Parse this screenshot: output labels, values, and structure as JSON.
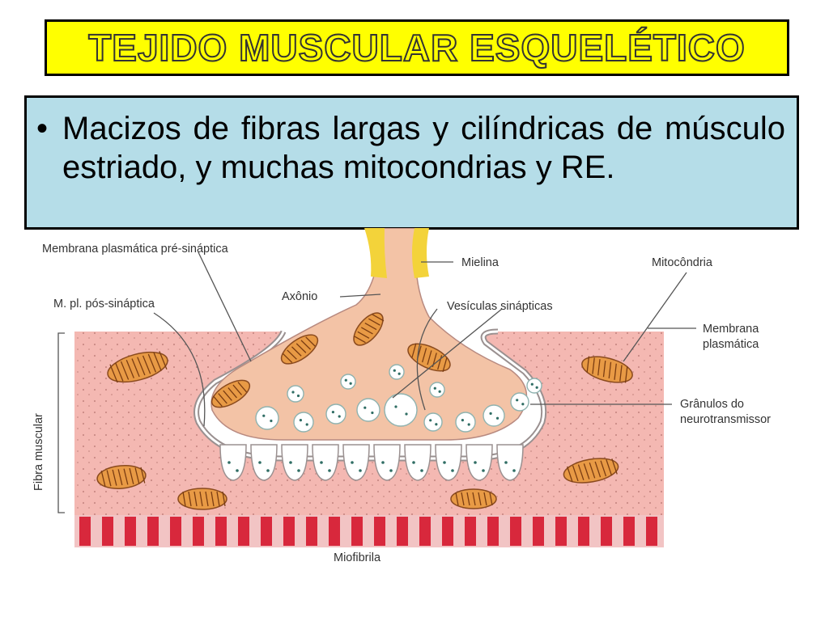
{
  "title": "TEJIDO MUSCULAR ESQUELÉTICO",
  "bullet": "Macizos de fibras largas y cilíndricas de músculo estriado, y muchas mitocondrias y RE.",
  "labels": {
    "membrana_pre": "Membrana plasmática pré-sináptica",
    "mielina": "Mielina",
    "mitocondria": "Mitocôndria",
    "axonio": "Axônio",
    "m_pos": "M. pl. pós-sináptica",
    "vesiculas": "Vesículas sinápticas",
    "membrana_plasmatica_1": "Membrana",
    "membrana_plasmatica_2": "plasmática",
    "granulos_1": "Grânulos do",
    "granulos_2": "neurotransmissor",
    "fibra_muscular": "Fibra muscular",
    "miofibrila": "Miofibrila"
  },
  "colors": {
    "title_bg": "#ffff00",
    "text_box_bg": "#b5dde8",
    "muscle": "#f4b8b2",
    "axon": "#f3c3a6",
    "myelin": "#f3d33a",
    "mitochondria": "#e89a45",
    "myofibril_red": "#d8283c"
  }
}
